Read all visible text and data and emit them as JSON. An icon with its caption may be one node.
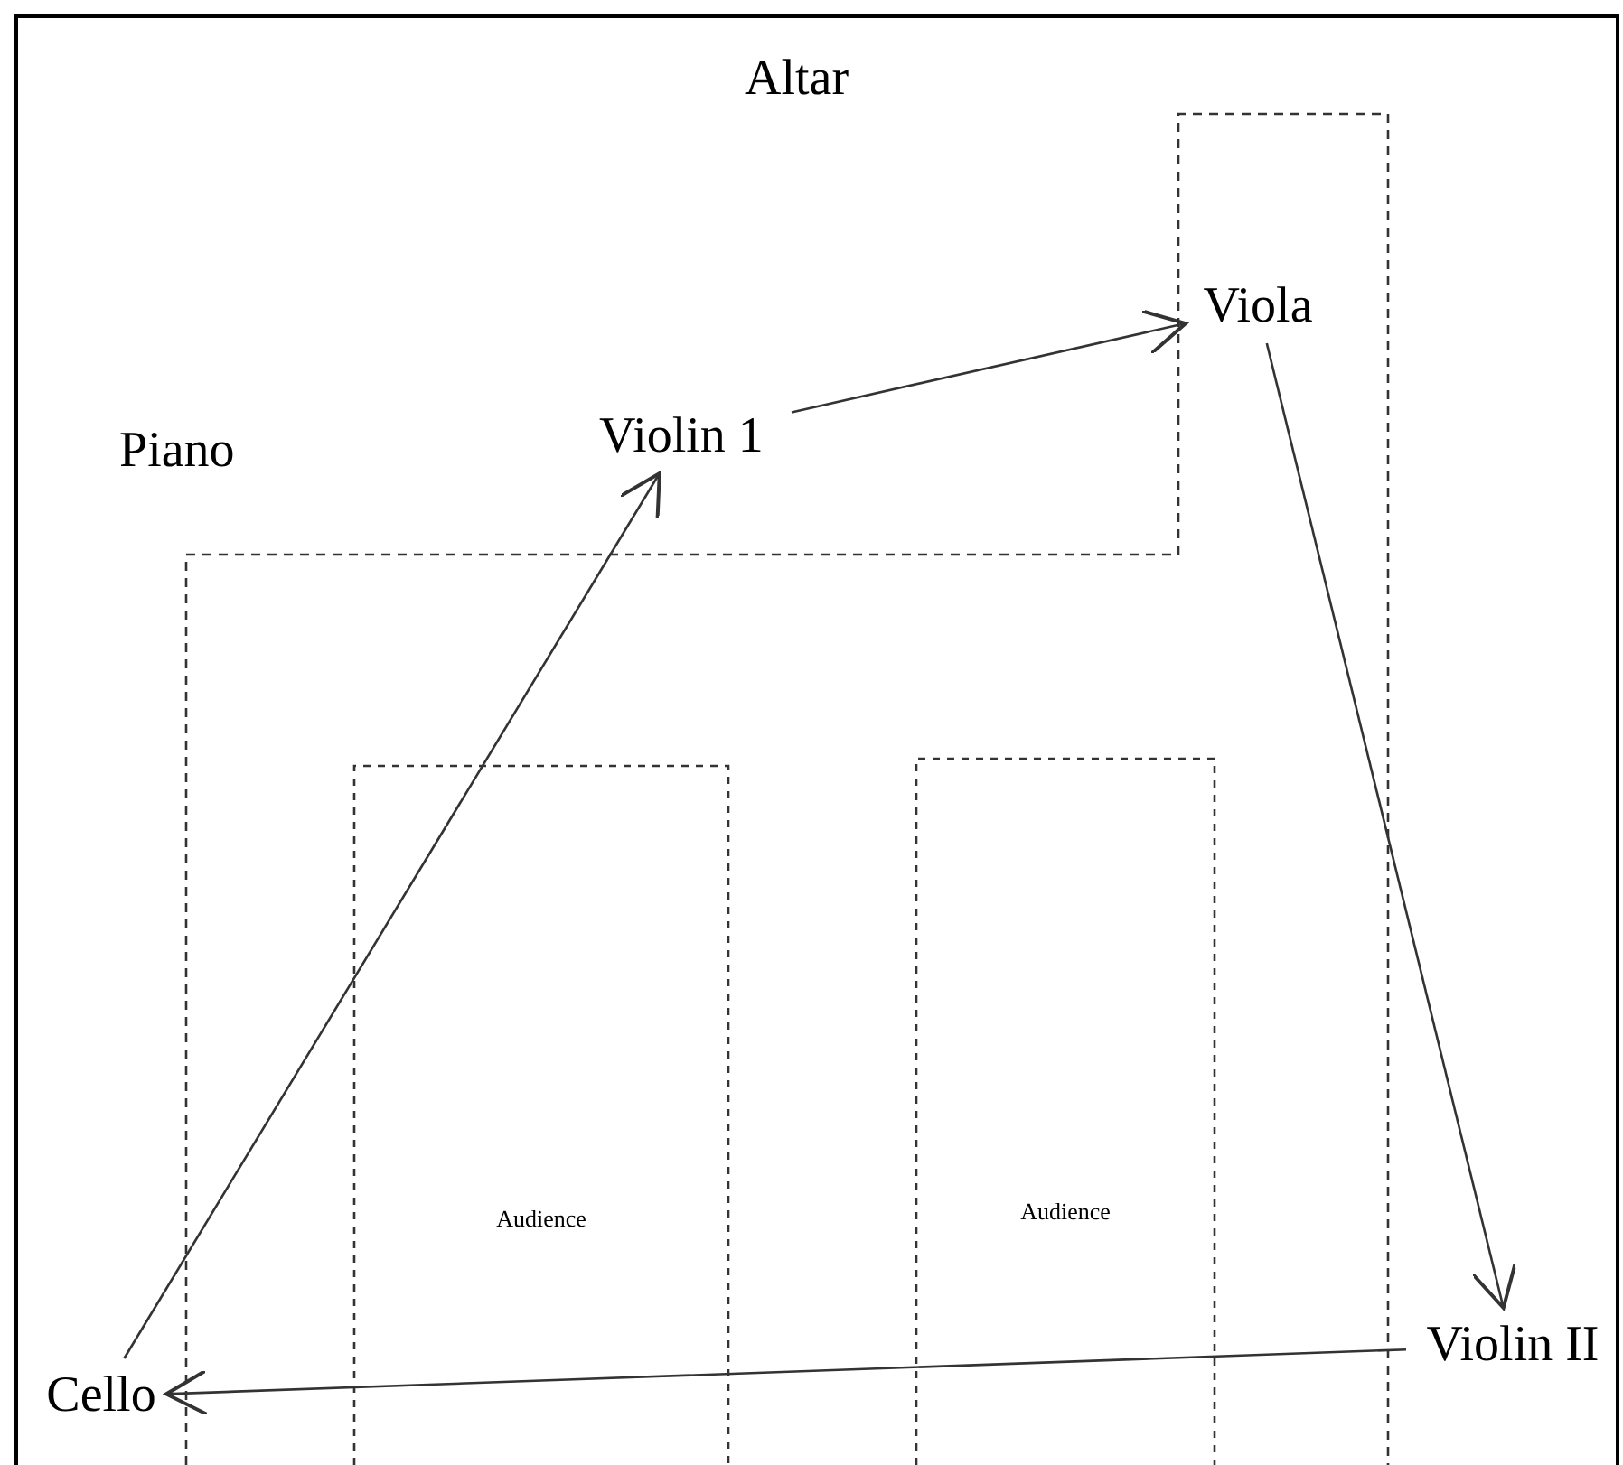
{
  "diagram": {
    "nodes": [
      {
        "text": [
          "Violin 1"
        ]
      },
      {
        "text": [
          "Viola"
        ]
      },
      {
        "text": [
          "Violin II"
        ]
      },
      {
        "text": [
          "Cello"
        ]
      }
    ],
    "edges": [
      {
        "from": 3,
        "to": 0,
        "arrow": "to"
      },
      {
        "from": 0,
        "to": 1,
        "arrow": "to"
      },
      {
        "from": 1,
        "to": 2,
        "arrow": "to"
      },
      {
        "from": 2,
        "to": 3,
        "arrow": "to"
      }
    ],
    "labels": [
      "Altar",
      "Piano",
      "Audience",
      "Audience"
    ]
  }
}
